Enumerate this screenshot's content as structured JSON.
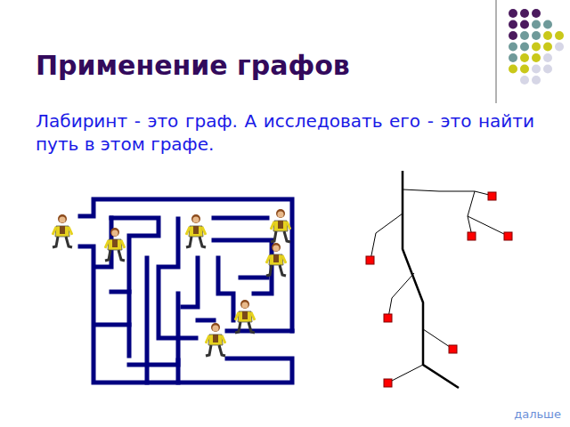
{
  "diagram": {
    "title": "Применение графов",
    "labels": [
      "Лабиринт - это граф. А исследовать его - это найти путь в этом графе.",
      "дальше"
    ]
  }
}
